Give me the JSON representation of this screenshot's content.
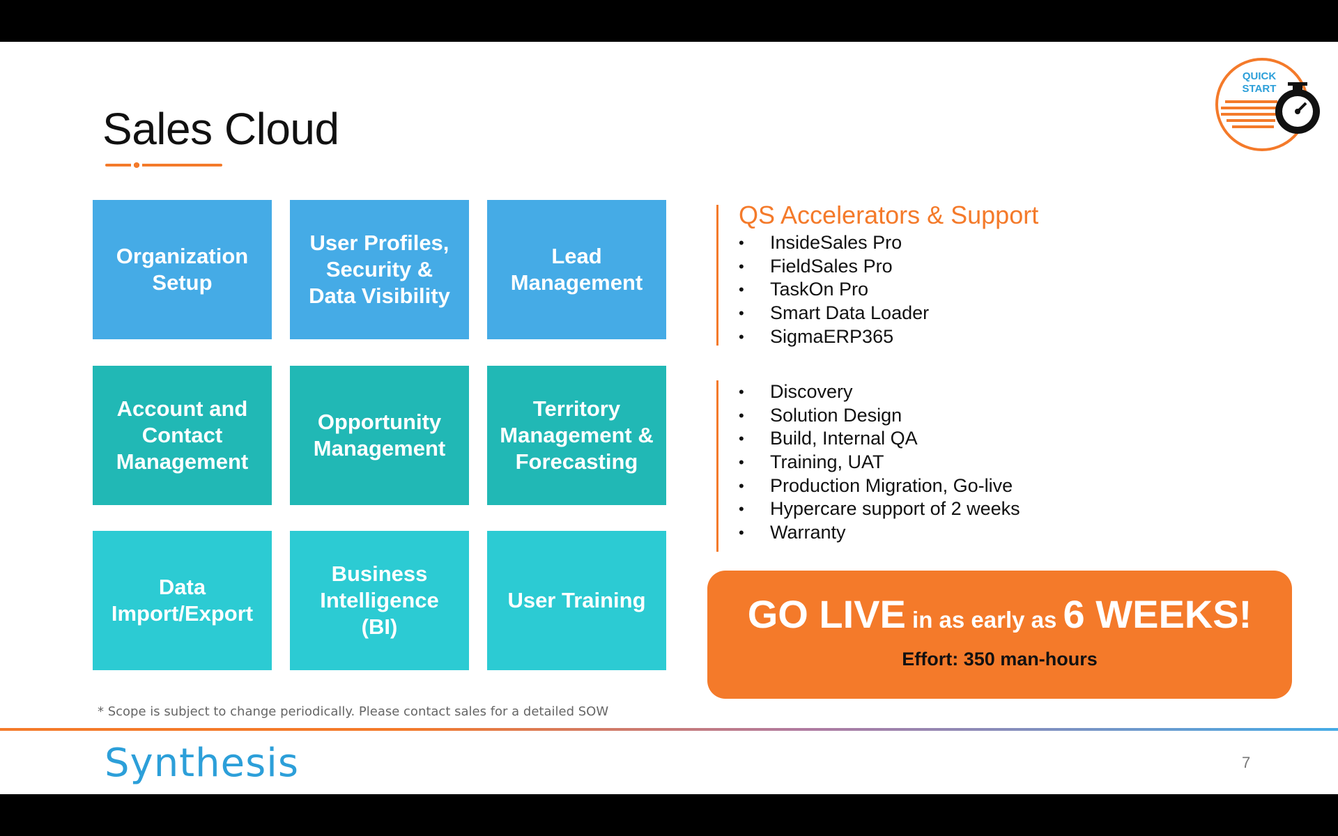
{
  "slide": {
    "title": "Sales Cloud",
    "page_number": "7",
    "brand": "Synthesis",
    "footnote": "* Scope is subject to change periodically. Please contact sales for a detailed SOW"
  },
  "badge": {
    "line1": "QUICK",
    "line2": "START",
    "icon": "stopwatch-icon"
  },
  "tiles": [
    {
      "label": "Organization\nSetup"
    },
    {
      "label": "User Profiles,\nSecurity &\nData Visibility"
    },
    {
      "label": "Lead\nManagement"
    },
    {
      "label": "Account and\nContact\nManagement"
    },
    {
      "label": "Opportunity\nManagement"
    },
    {
      "label": "Territory\nManagement &\nForecasting"
    },
    {
      "label": "Data\nImport/Export"
    },
    {
      "label": "Business\nIntelligence\n(BI)"
    },
    {
      "label": "User Training"
    }
  ],
  "accelerators": {
    "title": "QS Accelerators & Support",
    "items": [
      "InsideSales Pro",
      "FieldSales Pro",
      "TaskOn Pro",
      "Smart Data Loader",
      "SigmaERP365"
    ]
  },
  "services": {
    "items": [
      "Discovery",
      "Solution Design",
      "Build, Internal QA",
      "Training, UAT",
      "Production Migration, Go-live",
      "Hypercare support of 2 weeks",
      "Warranty"
    ]
  },
  "golive": {
    "part1": "GO LIVE",
    "part2": " in as early as ",
    "part3": "6 WEEKS!",
    "effort": "Effort: 350 man-hours"
  },
  "colors": {
    "tile_blue": "#45abe6",
    "tile_teal": "#21b8b5",
    "tile_aqua": "#2ccbd3",
    "accent_orange": "#f47a2a",
    "brand_blue": "#2c9fd9"
  }
}
